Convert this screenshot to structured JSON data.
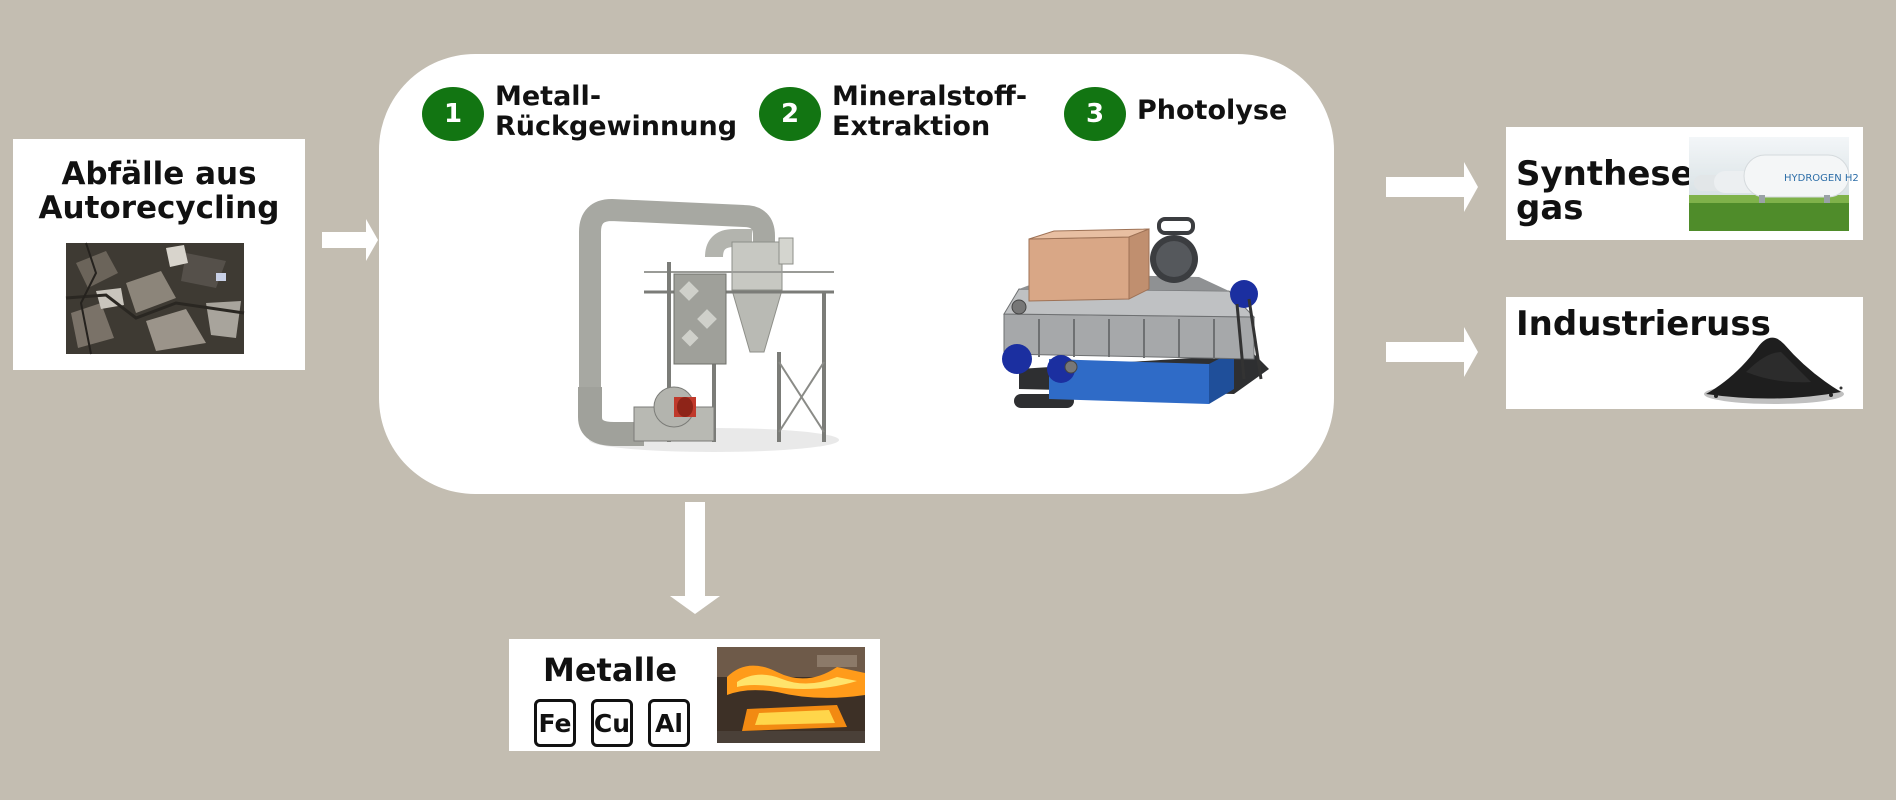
{
  "input": {
    "title": "Abfälle aus Autorecycling"
  },
  "process": {
    "steps": [
      {
        "number": "1",
        "label_line1": "Metall-",
        "label_line2": "Rückgewinnung"
      },
      {
        "number": "2",
        "label_line1": "Mineralstoff-",
        "label_line2": "Extraktion"
      },
      {
        "number": "3",
        "label_line1": "Photolyse",
        "label_line2": ""
      }
    ]
  },
  "outputs": {
    "syngas": {
      "title_line1": "Synthese-",
      "title_line2": "gas",
      "tank_label": "HYDROGEN H2"
    },
    "soot": {
      "title": "Industrieruss"
    },
    "metals": {
      "title": "Metalle",
      "elements": [
        "Fe",
        "Cu",
        "Al"
      ]
    }
  },
  "colors": {
    "background": "#c3bdb1",
    "step_circle": "#127512",
    "box": "#ffffff",
    "arrow": "#ffffff"
  }
}
